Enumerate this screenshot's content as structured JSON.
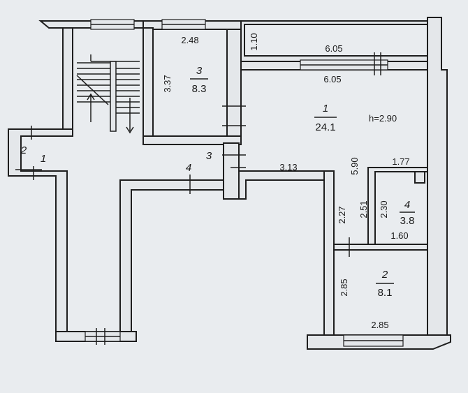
{
  "rooms": [
    {
      "number": "1",
      "area": "24.1"
    },
    {
      "number": "2",
      "area": "8.1"
    },
    {
      "number": "3",
      "area": "8.3"
    },
    {
      "number": "4",
      "area": "3.8"
    }
  ],
  "corridor_labels": {
    "a": "1",
    "b": "2",
    "c": "3",
    "d": "4"
  },
  "height_label": "h=2.90",
  "dimensions": {
    "room3_top": "2.48",
    "room3_side": "3.37",
    "balcony_depth": "1.10",
    "balcony_width": "6.05",
    "room1_width": "6.05",
    "corridor_len": "3.13",
    "room1_height": "5.90",
    "room4_top": "1.77",
    "room4_inner_a": "2.51",
    "room4_inner_b": "2.30",
    "room4_bottom": "1.60",
    "room2_side_upper": "2.27",
    "room2_side": "2.85",
    "room2_bottom": "2.85"
  }
}
